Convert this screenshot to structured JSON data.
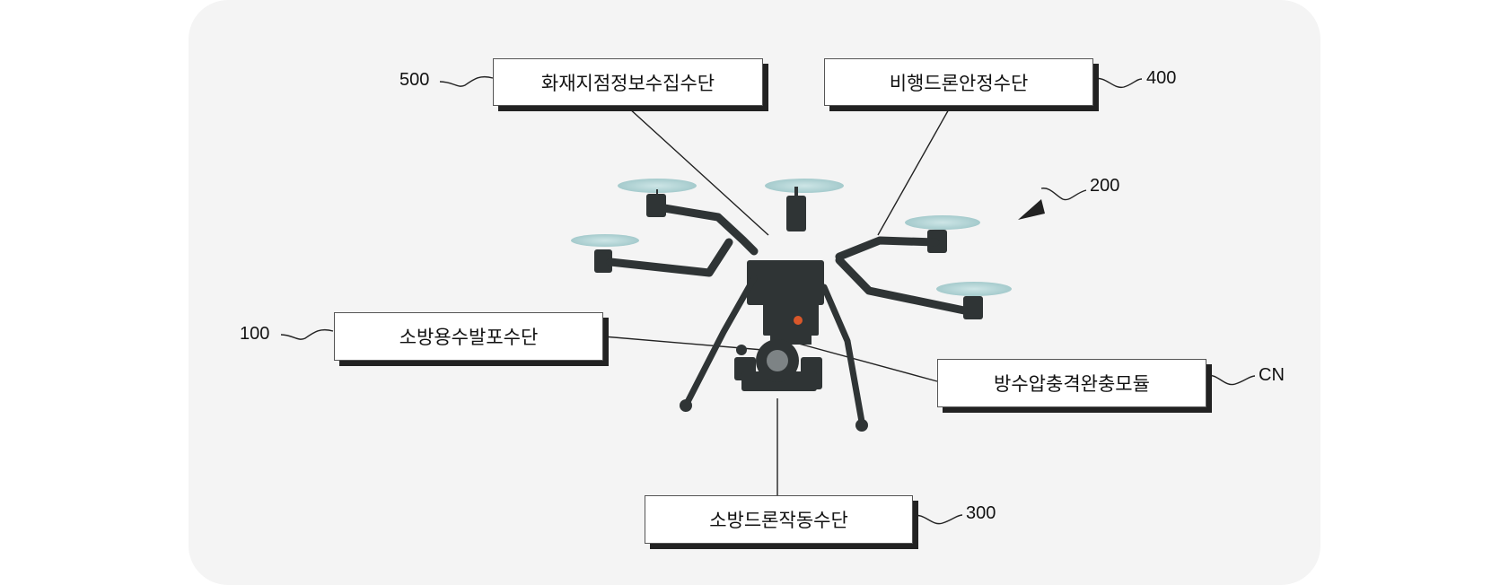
{
  "components": {
    "fire_info": {
      "label": "화재지점정보수집수단",
      "ref": "500"
    },
    "stability": {
      "label": "비행드론안정수단",
      "ref": "400"
    },
    "spray": {
      "label": "소방용수발포수단",
      "ref": "100"
    },
    "buffer": {
      "label": "방수압충격완충모듈",
      "ref": "CN"
    },
    "actuation": {
      "label": "소방드론작동수단",
      "ref": "300"
    }
  },
  "drone_ref": "200",
  "colors": {
    "drone_body": "#2f3435",
    "propeller": "#a9d0d2",
    "accent": "#d9572a",
    "panel": "#f4f4f4"
  }
}
